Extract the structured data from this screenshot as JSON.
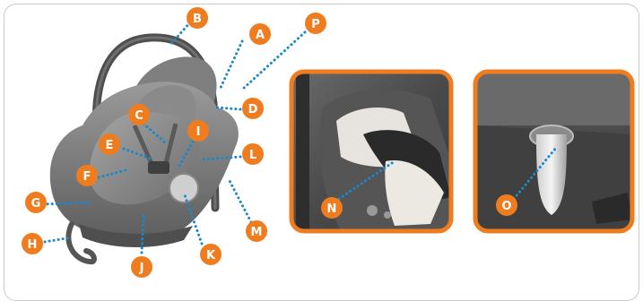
{
  "callouts": [
    {
      "id": "a",
      "label": "A"
    },
    {
      "id": "b",
      "label": "B"
    },
    {
      "id": "c",
      "label": "C"
    },
    {
      "id": "d",
      "label": "D"
    },
    {
      "id": "e",
      "label": "E"
    },
    {
      "id": "f",
      "label": "F"
    },
    {
      "id": "g",
      "label": "G"
    },
    {
      "id": "h",
      "label": "H"
    },
    {
      "id": "i",
      "label": "I"
    },
    {
      "id": "j",
      "label": "J"
    },
    {
      "id": "k",
      "label": "K"
    },
    {
      "id": "l",
      "label": "L"
    },
    {
      "id": "m",
      "label": "M"
    },
    {
      "id": "n",
      "label": "N"
    },
    {
      "id": "o",
      "label": "O"
    },
    {
      "id": "p",
      "label": "P"
    }
  ],
  "colors": {
    "callout": "#ef7d1f",
    "leader": "#1a88c9",
    "frame": "#ef7d1f",
    "border": "#c9c9c9",
    "seat_gray": "#8e8e8e"
  }
}
